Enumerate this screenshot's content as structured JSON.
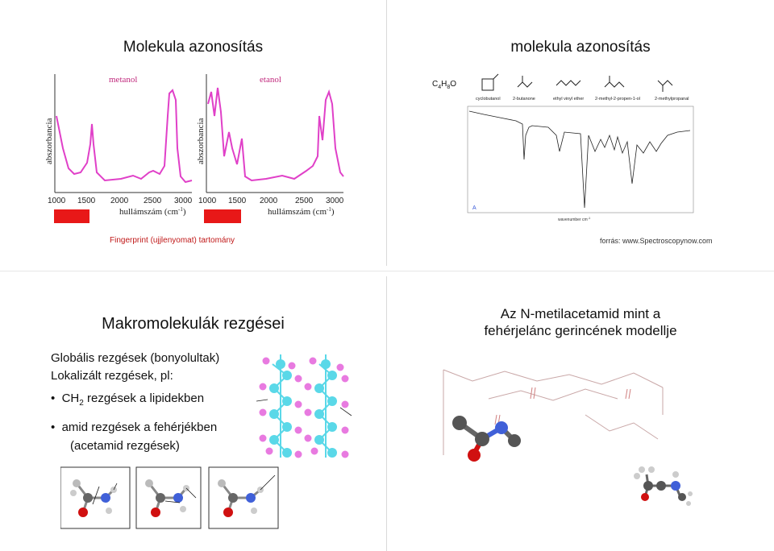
{
  "slides": {
    "s1": {
      "title": "Molekula azonosítás",
      "left_plot_label": "metanol",
      "right_plot_label": "etanol",
      "ylabel": "abszorbancia",
      "xlabel": "hullámszám (cm",
      "xlabel_sup": "-1",
      "xlabel_close": ")",
      "ticks": [
        "1000",
        "1500",
        "2000",
        "2500",
        "3000"
      ],
      "footer": "Fingerprint (ujjlenyomat) tartomány",
      "colors": {
        "curve": "#e040c8",
        "marker": "#e81818",
        "plot_label": "#c0287c"
      }
    },
    "s2": {
      "title": "molekula azonosítás",
      "formula_c": "C",
      "formula_c_sub": "4",
      "formula_h": "H",
      "formula_h_sub": "8",
      "formula_o": "O",
      "molecules": [
        "cyclobutanol",
        "2-butanone",
        "ethyl vinyl ether",
        "2-methyl-2-propen-1-ol",
        "2-methylpropanal"
      ],
      "spectrum_marker": "A",
      "x_axis_label": "wavenumber cm",
      "x_axis_sup": "-1",
      "source": "forrás: www.Spectroscopynow.com"
    },
    "s3": {
      "title": "Makromolekulák rezgései",
      "line1": "Globális rezgések (bonyolultak)",
      "line2": "Lokalizált rezgések, pl:",
      "bullet1_pre": "CH",
      "bullet1_sub": "2",
      "bullet1_post": " rezgések a lipidekben",
      "bullet2": "amid rezgések a fehérjékben",
      "bullet2_cont": "(acetamid rezgések)",
      "colors": {
        "lipid_carbon": "#5ad8e8",
        "lipid_hydrogen": "#e87ae0"
      }
    },
    "s4": {
      "title_line1": "Az N-metilacetamid mint a",
      "title_line2": "fehérjelánc gerincének modellje"
    }
  }
}
